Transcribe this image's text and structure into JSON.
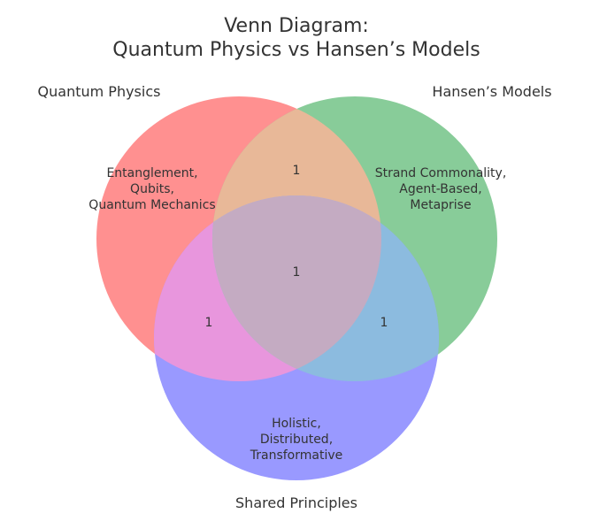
{
  "title": [
    "Venn Diagram:",
    "Quantum Physics vs Hansen’s Models"
  ],
  "sets": [
    {
      "label": "Quantum Physics",
      "color": "#ff9090"
    },
    {
      "label": "Hansen’s Models",
      "color": "#88cc99"
    },
    {
      "label": "Shared Principles",
      "color": "#9999ff"
    }
  ],
  "overlap_colors": {
    "quantum_hansen": "#e8b898",
    "quantum_shared": "#e896dd",
    "hansen_shared": "#8cbbdf",
    "all": "#c4abc2"
  },
  "region_text": {
    "quantum_only": [
      "Entanglement,",
      "Qubits,",
      "Quantum Mechanics"
    ],
    "hansen_only": [
      "Strand Commonality,",
      "Agent-Based,",
      "Metaprise"
    ],
    "shared_only": [
      "Holistic,",
      "Distributed,",
      "Transformative"
    ]
  },
  "counts": {
    "quantum_hansen": "1",
    "quantum_shared": "1",
    "hansen_shared": "1",
    "all": "1"
  }
}
